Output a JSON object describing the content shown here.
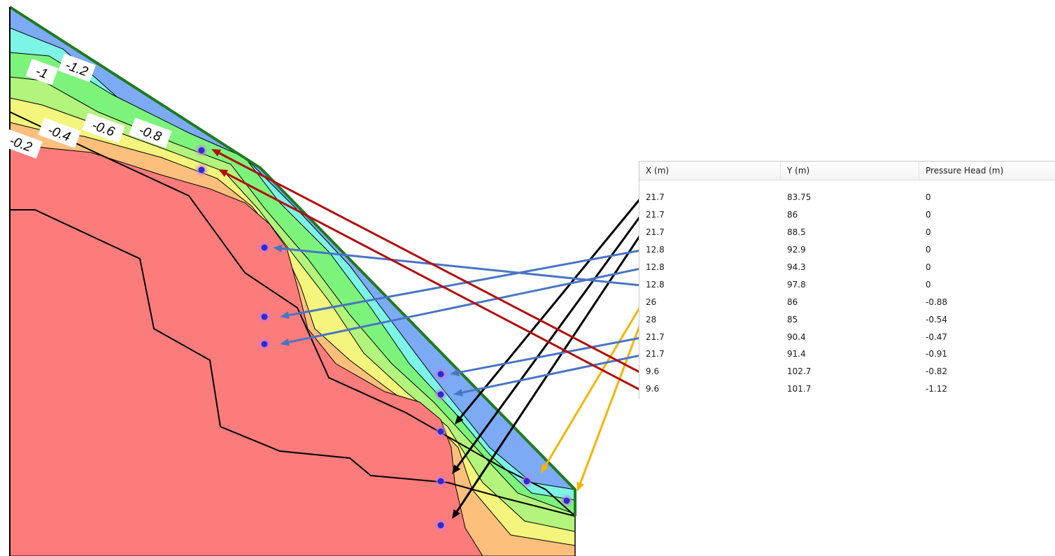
{
  "contour_labels": [
    "-1.2",
    "-1",
    "-0.8",
    "-0.6",
    "-0.4",
    "-0.2"
  ],
  "table": {
    "headers": [
      "X (m)",
      "Y (m)",
      "Pressure Head (m)"
    ],
    "rows": [
      [
        "21.7",
        "83.75",
        "0"
      ],
      [
        "21.7",
        "86",
        "0"
      ],
      [
        "21.7",
        "88.5",
        "0"
      ],
      [
        "12.8",
        "92.9",
        "0"
      ],
      [
        "12.8",
        "94.3",
        "0"
      ],
      [
        "12.8",
        "97.8",
        "0"
      ],
      [
        "26",
        "86",
        "-0.88"
      ],
      [
        "28",
        "85",
        "-0.54"
      ],
      [
        "21.7",
        "90.4",
        "-0.47"
      ],
      [
        "21.7",
        "91.4",
        "-0.91"
      ],
      [
        "9.6",
        "102.7",
        "-0.82"
      ],
      [
        "9.6",
        "101.7",
        "-1.12"
      ]
    ]
  },
  "colors": {
    "arrow_black": "#000000",
    "arrow_blue": "#4a74c4",
    "arrow_red": "#b40d0d",
    "arrow_yellow": "#f5b400",
    "point_marker": "#2b2bd6",
    "slope_outline": "#1f7a1f",
    "zone_red": "#fc7b7b",
    "zone_orange": "#fcc07c",
    "zone_yellow": "#f3f57c",
    "zone_lightgreen": "#b2f47c",
    "zone_green": "#7cf47c",
    "zone_cyan": "#7cf4e6",
    "zone_blue": "#7caaf4"
  }
}
